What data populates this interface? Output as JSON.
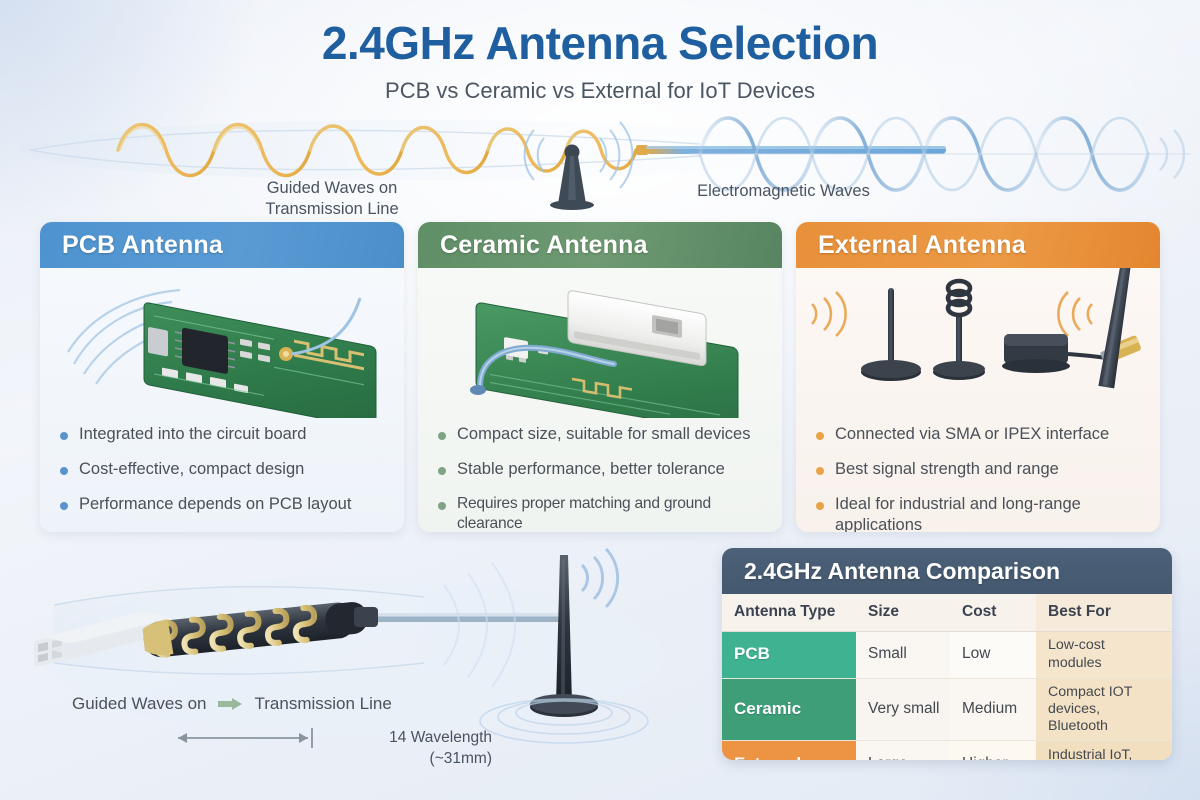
{
  "header": {
    "title": "2.4GHz Antenna Selection",
    "subtitle": "PCB vs Ceramic vs External for IoT Devices"
  },
  "diagram_top": {
    "left_label": "Guided Waves on\nTransmission Line",
    "left_label_line1": "Guided Waves on",
    "left_label_line2": "Transmission Line",
    "right_label": "Electromagnetic Waves"
  },
  "diagram_bottom": {
    "guided_prefix": "Guided Waves on",
    "guided_suffix": "Transmission Line",
    "wavelength_line1": "14 Wavelength",
    "wavelength_line2": "(~31mm)"
  },
  "cards": [
    {
      "key": "pcb",
      "title": "PCB Antenna",
      "accent": "#4e93cf",
      "bullets": [
        "Integrated into the circuit board",
        "Cost-effective, compact design",
        "Performance depends on PCB layout"
      ]
    },
    {
      "key": "ceramic",
      "title": "Ceramic Antenna",
      "accent": "#5f8f66",
      "bullets": [
        "Compact size, suitable for small devices",
        "Stable performance, better tolerance",
        "Requires proper matching and ground clearance"
      ]
    },
    {
      "key": "external",
      "title": "External Antenna",
      "accent": "#e8903a",
      "bullets": [
        "Connected via SMA or IPEX interface",
        "Best signal strength and range",
        "Ideal for industrial and long-range applications"
      ]
    }
  ],
  "table": {
    "title": "2.4GHz Antenna Comparison",
    "columns": [
      "Antenna Type",
      "Size",
      "Cost",
      "Best For"
    ],
    "rows": [
      {
        "type": "PCB",
        "size": "Small",
        "cost": "Low",
        "best_for": "Low-cost modules",
        "color": "#3fb391"
      },
      {
        "type": "Ceramic",
        "size": "Very small",
        "cost": "Medium",
        "best_for": "Compact IOT devices, Bluetooth",
        "color": "#3d9e78"
      },
      {
        "type": "External",
        "size": "Large",
        "cost": "Higher",
        "best_for": "Industrial IoT, long-range",
        "color": "#ec9344"
      }
    ]
  },
  "colors": {
    "title": "#1f5fa0",
    "pcb": "#4e93cf",
    "ceramic": "#5f8f66",
    "external": "#e8903a",
    "table_header": "#44596f",
    "background": "#eef2f8"
  }
}
